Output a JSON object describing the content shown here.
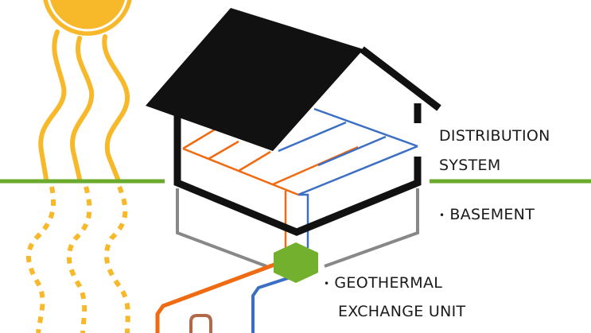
{
  "labels": {
    "distribution_line1": "DISTRIBUTION",
    "distribution_line2": "SYSTEM",
    "basement": "BASEMENT",
    "geothermal_line1": "GEOTHERMAL",
    "geothermal_line2": "EXCHANGE UNIT",
    "bullet": "•"
  },
  "colors": {
    "sun": "#f7b92a",
    "ground": "#6aaa2c",
    "house": "#111111",
    "basement": "#888888",
    "hot_pipe": "#f06a12",
    "cold_pipe": "#3a6fc4",
    "exchange_unit": "#72b02e"
  }
}
